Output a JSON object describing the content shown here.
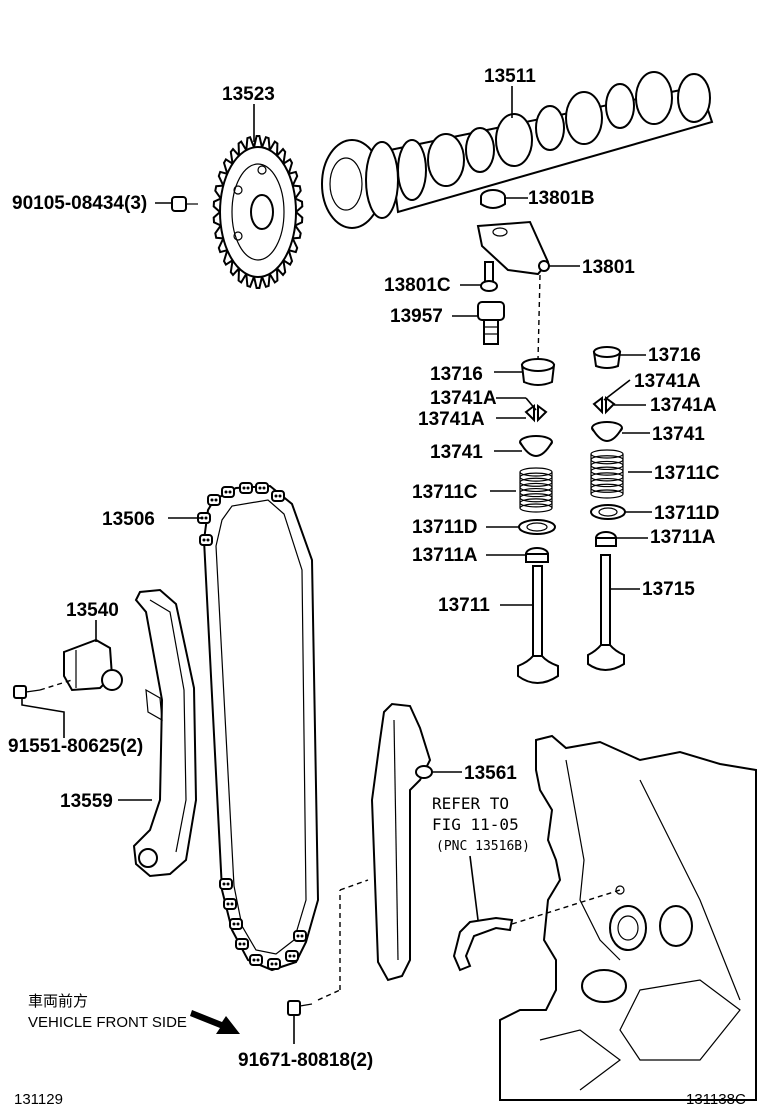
{
  "labels": {
    "p13523": "13523",
    "p13511": "13511",
    "p90105": "90105-08434(3)",
    "p13801B": "13801B",
    "p13801": "13801",
    "p13801C": "13801C",
    "p13957": "13957",
    "p13716_l": "13716",
    "p13716_r": "13716",
    "p13741A_l1": "13741A",
    "p13741A_l2": "13741A",
    "p13741A_r1": "13741A",
    "p13741A_r2": "13741A",
    "p13741_l": "13741",
    "p13741_r": "13741",
    "p13711C_l": "13711C",
    "p13711C_r": "13711C",
    "p13711D_l": "13711D",
    "p13711D_r": "13711D",
    "p13711A_l": "13711A",
    "p13711A_r": "13711A",
    "p13711": "13711",
    "p13715": "13715",
    "p13506": "13506",
    "p13540": "13540",
    "p91551": "91551-80625(2)",
    "p13559": "13559",
    "p13561": "13561",
    "refer1": "REFER TO",
    "refer2": "FIG 11-05",
    "refer3": "(PNC 13516B)",
    "front_jp": "車両前方",
    "front_en": "VEHICLE FRONT SIDE",
    "p91671": "91671-80818(2)",
    "fig_left": "131129",
    "fig_right": "131138C"
  }
}
